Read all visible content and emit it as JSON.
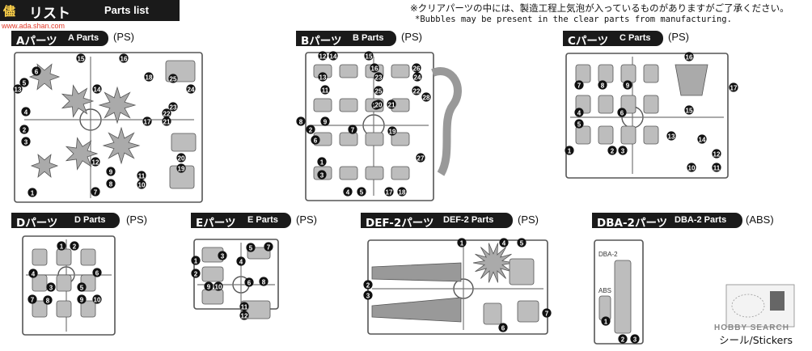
{
  "header": {
    "logo": "儘",
    "logo_url": "www.ada.shan.com",
    "title_jp": "リスト",
    "title_en": "Parts list"
  },
  "note_jp": "※クリアパーツの中には、製造工程上気泡が入っているものがありますがご了承ください。",
  "note_en": "*Bubbles may be present in the clear parts from manufacturing.",
  "sections": [
    {
      "jp": "Aパーツ",
      "en": "A Parts",
      "material": "(PS)"
    },
    {
      "jp": "Bパーツ",
      "en": "B Parts",
      "material": "(PS)"
    },
    {
      "jp": "Cパーツ",
      "en": "C Parts",
      "material": "(PS)"
    },
    {
      "jp": "Dパーツ",
      "en": "D Parts",
      "material": "(PS)"
    },
    {
      "jp": "Eパーツ",
      "en": "E Parts",
      "material": "(PS)"
    },
    {
      "jp": "DEF-2パーツ",
      "en": "DEF-2 Parts",
      "material": "(PS)"
    },
    {
      "jp": "DBA-2パーツ",
      "en": "DBA-2 Parts",
      "material": "(ABS)"
    }
  ],
  "runners": {
    "A": {
      "label": "A",
      "numbers": [
        "1",
        "2",
        "3",
        "4",
        "5",
        "6",
        "7",
        "8",
        "9",
        "10",
        "11",
        "12",
        "13",
        "14",
        "15",
        "16",
        "17",
        "18",
        "19",
        "20",
        "21",
        "22",
        "23",
        "24",
        "25"
      ]
    },
    "B": {
      "label": "B",
      "numbers": [
        "1",
        "2",
        "3",
        "4",
        "5",
        "6",
        "7",
        "8",
        "9",
        "10",
        "11",
        "12",
        "13",
        "14",
        "15",
        "16",
        "17",
        "18",
        "19",
        "20",
        "21",
        "22",
        "23",
        "24",
        "25",
        "26",
        "27",
        "28"
      ]
    },
    "C": {
      "label": "C",
      "numbers": [
        "1",
        "2",
        "3",
        "4",
        "5",
        "6",
        "7",
        "8",
        "9",
        "10",
        "11",
        "12",
        "13",
        "14",
        "15",
        "16",
        "17"
      ]
    },
    "D": {
      "label": "D",
      "numbers": [
        "1",
        "2",
        "3",
        "4",
        "5",
        "6",
        "7",
        "8",
        "9",
        "10"
      ]
    },
    "E": {
      "label": "E",
      "numbers": [
        "1",
        "2",
        "3",
        "4",
        "5",
        "6",
        "7",
        "8",
        "9",
        "10",
        "11",
        "12"
      ]
    },
    "DEF2": {
      "label": "DEF-2",
      "numbers": [
        "1",
        "2",
        "3",
        "4",
        "5",
        "6",
        "7"
      ]
    },
    "DBA2": {
      "label": "DBA-2",
      "plate": "DBA-2",
      "abs": "ABS",
      "numbers": [
        "1",
        "2",
        "3"
      ]
    }
  },
  "stickers_label": "シール/Stickers",
  "watermark": "HOBBY SEARCH"
}
